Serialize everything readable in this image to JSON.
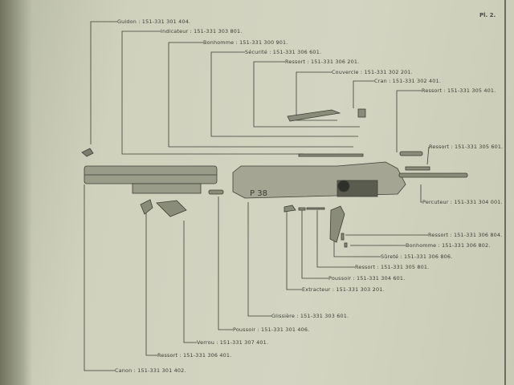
{
  "plate": "Pl. 2.",
  "slide_marking": "P 38",
  "labels": [
    {
      "text": "Guidon : 151-331 301 404."
    },
    {
      "text": "Indicateur : 151-331 303 801."
    },
    {
      "text": "Bonhomme : 151-331 300 901."
    },
    {
      "text": "Sécurité : 151-331 306 601."
    },
    {
      "text": "Ressort : 151-331 306 201."
    },
    {
      "text": "Couvercle : 151-331 302 201."
    },
    {
      "text": "Cran : 151-331 302 401."
    },
    {
      "text": "Ressort : 151-331 305 401."
    },
    {
      "text": "Ressort : 151-331 305 601."
    },
    {
      "text": "Percuteur : 151-331 304 001."
    },
    {
      "text": "Ressort : 151-331 306 804."
    },
    {
      "text": "Bonhomme : 151-331 306 802."
    },
    {
      "text": "Sûreté : 151-331 306 806."
    },
    {
      "text": "Ressort : 151-331 305 801."
    },
    {
      "text": "Poussoir : 151-331 304 601."
    },
    {
      "text": "Extracteur : 151-331 303 201."
    },
    {
      "text": "Glissière : 151-331 303 601."
    },
    {
      "text": "Poussoir : 151-331 301 406."
    },
    {
      "text": "Verrou : 151-331 307 401."
    },
    {
      "text": "Ressort : 151-331 306 401."
    },
    {
      "text": "Canon : 151-331 301 402."
    }
  ]
}
